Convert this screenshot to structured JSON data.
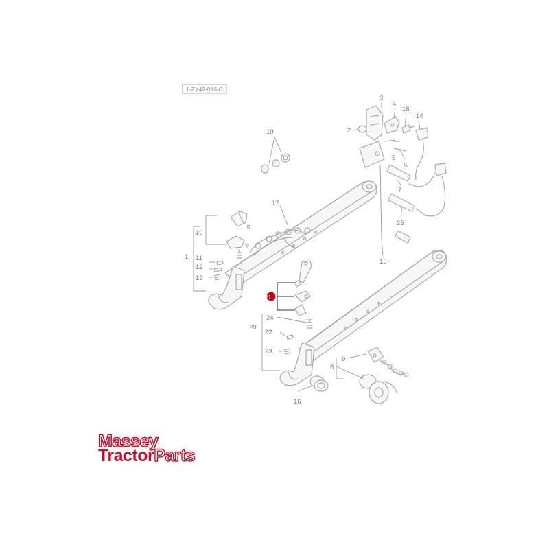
{
  "diagram": {
    "reference_code": "1-ZX49-016-C",
    "highlighted_part": "21",
    "highlight_color": "#d0021b",
    "line_color": "#a9a9a9",
    "part_labels": {
      "p1": "1",
      "p2": "2",
      "p3": "3",
      "p4": "4",
      "p5": "5",
      "p6": "6",
      "p7": "7",
      "p8": "8",
      "p9": "9",
      "p10": "10",
      "p11": "11",
      "p12": "12",
      "p13": "13",
      "p14": "14",
      "p15": "15",
      "p16": "16",
      "p17": "17",
      "p18": "18",
      "p19": "19",
      "p20": "20",
      "p21": "21",
      "p22": "22",
      "p23": "23",
      "p24": "24",
      "p25": "25"
    }
  },
  "brand": {
    "line1": "Massey",
    "line2_part1": "Tractor",
    "line2_part2": "Parts",
    "color": "#c8102e"
  }
}
